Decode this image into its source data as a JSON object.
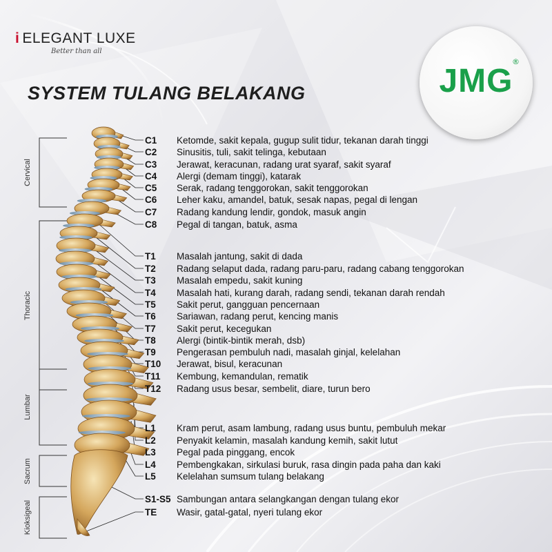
{
  "brand": {
    "prefix": "i",
    "name": "ELEGANT LUXE",
    "tagline": "Better than all"
  },
  "logo": {
    "text": "JMG",
    "registered": "®",
    "color": "#1aa04a"
  },
  "title": "SYSTEM TULANG BELAKANG",
  "regions": [
    {
      "label": "Cervical"
    },
    {
      "label": "Thoracic"
    },
    {
      "label": "Lumbar"
    },
    {
      "label": "Sacrum"
    },
    {
      "label": "Kioksigeal"
    }
  ],
  "segments": [
    {
      "code": "C1",
      "desc": "Ketomde, sakit kepala, gugup sulit tidur, tekanan darah tinggi"
    },
    {
      "code": "C2",
      "desc": "Sinusitis, tuli, sakit telinga, kebutaan"
    },
    {
      "code": "C3",
      "desc": "Jerawat, keracunan, radang urat syaraf, sakit syaraf"
    },
    {
      "code": "C4",
      "desc": "Alergi (demam tinggi), katarak"
    },
    {
      "code": "C5",
      "desc": "Serak, radang tenggorokan, sakit tenggorokan"
    },
    {
      "code": "C6",
      "desc": "Leher kaku, amandel, batuk, sesak napas, pegal di lengan"
    },
    {
      "code": "C7",
      "desc": "Radang kandung lendir, gondok, masuk angin"
    },
    {
      "code": "C8",
      "desc": "Pegal di tangan, batuk, asma"
    },
    {
      "code": "T1",
      "desc": "Masalah jantung, sakit di dada"
    },
    {
      "code": "T2",
      "desc": "Radang selaput dada, radang paru-paru, radang cabang tenggorokan"
    },
    {
      "code": "T3",
      "desc": "Masalah empedu, sakit kuning"
    },
    {
      "code": "T4",
      "desc": "Masalah hati, kurang darah, radang sendi, tekanan darah rendah"
    },
    {
      "code": "T5",
      "desc": "Sakit perut, gangguan pencernaan"
    },
    {
      "code": "T6",
      "desc": "Sariawan, radang perut, kencing manis"
    },
    {
      "code": "T7",
      "desc": "Sakit perut, kecegukan"
    },
    {
      "code": "T8",
      "desc": "Alergi (bintik-bintik merah, dsb)"
    },
    {
      "code": "T9",
      "desc": "Pengerasan pembuluh nadi, masalah ginjal, kelelahan"
    },
    {
      "code": "T10",
      "desc": "Jerawat, bisul, keracunan"
    },
    {
      "code": "T11",
      "desc": "Kembung, kemandulan, rematik"
    },
    {
      "code": "T12",
      "desc": "Radang usus besar, sembelit, diare, turun bero"
    },
    {
      "code": "L1",
      "desc": "Kram perut, asam lambung, radang usus buntu, pembuluh mekar"
    },
    {
      "code": "L2",
      "desc": "Penyakit kelamin, masalah kandung kemih, sakit lutut"
    },
    {
      "code": "L3",
      "desc": "Pegal pada pinggang, encok"
    },
    {
      "code": "L4",
      "desc": "Pembengkakan, sirkulasi buruk, rasa dingin pada paha dan kaki"
    },
    {
      "code": "L5",
      "desc": "Kelelahan sumsum tulang belakang"
    },
    {
      "code": "S1-S5",
      "desc": "Sambungan antara selangkangan dengan tulang ekor"
    },
    {
      "code": "TE",
      "desc": "Wasir, gatal-gatal, nyeri tulang ekor"
    }
  ]
}
